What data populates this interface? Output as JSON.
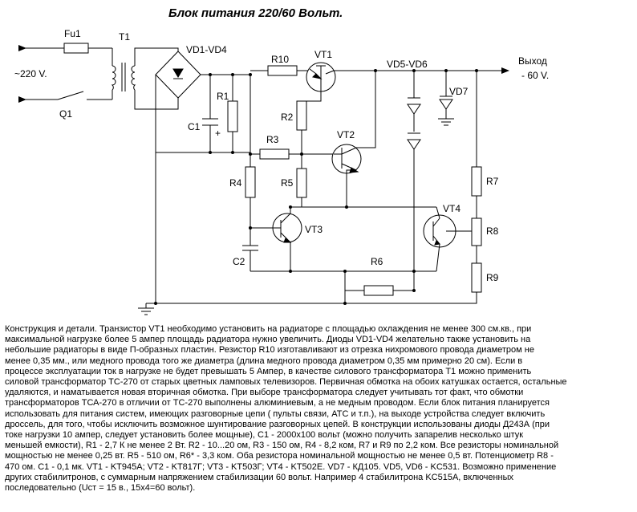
{
  "title": "Блок питания 220/60 Вольт.",
  "schematic": {
    "labels": {
      "fu1": "Fu1",
      "t1": "T1",
      "vd1_vd4": "VD1-VD4",
      "input": "~220 V.",
      "q1": "Q1",
      "c1": "C1",
      "r1": "R1",
      "r10": "R10",
      "vt1": "VT1",
      "vd5_vd6": "VD5-VD6",
      "output_1": "Выход",
      "output_2": "- 60 V.",
      "vd7": "VD7",
      "r2": "R2",
      "r3": "R3",
      "vt2": "VT2",
      "r4": "R4",
      "r5": "R5",
      "r7": "R7",
      "vt3": "VT3",
      "vt4": "VT4",
      "r8": "R8",
      "c2": "C2",
      "r6": "R6",
      "r9": "R9",
      "plus": "+"
    }
  },
  "description": [
    "Конструкция и детали. Транзистор VT1 необходимо установить на радиаторе с площадью охлаждения не менее 300 см.кв., при",
    "максимальной нагрузке более 5 ампер площадь радиатора нужно увеличить. Диоды VD1-VD4 желательно также установить на",
    "небольшие радиаторы в виде П-образных пластин. Резистор R10 изготавливают из отрезка нихромового провода диаметром не",
    "менее 0,35 мм., или медного провода того же диаметра (длина медного провода диаметром 0,35 мм примерно 20 см). Если в",
    "процессе эксплуатации ток в нагрузке не будет превышать 5 Ампер, в качестве силового трансформатора T1 можно применить",
    "силовой трансформатор ТС-270 от старых цветных ламповых телевизоров. Первичная обмотка на обоих катушках остается, остальные",
    "удаляются, и наматывается новая вторичная обмотка. При выборе трансформатора следует учитывать тот факт, что обмотки",
    "трансформаторов ТСА-270 в отличии от ТС-270 выполнены алюминиевым, а не медным проводом. Если блок питания планируется",
    "использовать для питания систем, имеющих разговорные цепи ( пульты связи, АТС и т.п.), на выходе устройства следует включить",
    "дроссель, для того, чтобы исключить возможное шунтирование разговорных цепей. В конструкции использованы диоды Д243А (при",
    "токе нагрузки 10 ампер, следует установить более мощные), С1 - 2000х100 вольт (можно получить запарелив несколько штук",
    "меньшей емкости), R1 - 2,7 К не менее 2 Вт. R2 - 10...20 ом, R3 - 150 ом, R4 - 8,2 ком, R7 и R9 по 2,2 ком. Все резисторы номинальной",
    "мощностью не менее 0,25 вт. R5 - 510 ом, R6* - 3,3 ком. Оба резистора номинальной мощностью не менее 0,5 вт. Потенциометр R8 -",
    "470 ом. C1 - 0,1 мк. VT1 - KT945A; VT2 - KT817Г; VT3 - KT503Г; VT4 - KT502E. VD7 - КД105. VD5, VD6 - KC531. Возможно применение",
    "других стабилитронов, с суммарным напряжением стабилизации 60 вольт. Например 4 стабилитрона KC515A, включенных",
    "последовательно (Uст = 15 в., 15х4=60 вольт)."
  ]
}
